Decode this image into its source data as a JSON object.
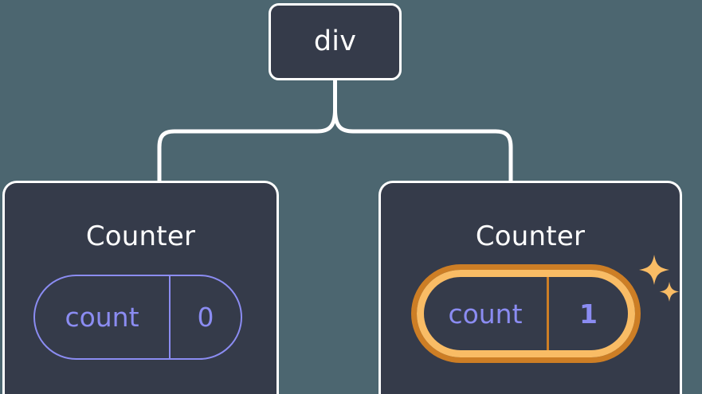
{
  "diagram": {
    "type": "component-tree",
    "background_color": "#4c6670",
    "node_fill_color": "#353b4a",
    "node_border_color": "#ffffff",
    "edge_color": "#ffffff",
    "state_color": "#8b8cf2",
    "highlight_outer_color": "#cd7e25",
    "highlight_inner_color": "#f9bc65",
    "sparkle_color": "#f9bc65"
  },
  "root": {
    "label": "div"
  },
  "children": [
    {
      "title": "Counter",
      "state": {
        "key": "count",
        "value": "0"
      },
      "highlighted": false
    },
    {
      "title": "Counter",
      "state": {
        "key": "count",
        "value": "1"
      },
      "highlighted": true,
      "sparkle_icons": [
        "sparkle-large-icon",
        "sparkle-small-icon"
      ]
    }
  ],
  "edges": [
    {
      "from": "div",
      "to": "Counter-left"
    },
    {
      "from": "div",
      "to": "Counter-right"
    }
  ]
}
